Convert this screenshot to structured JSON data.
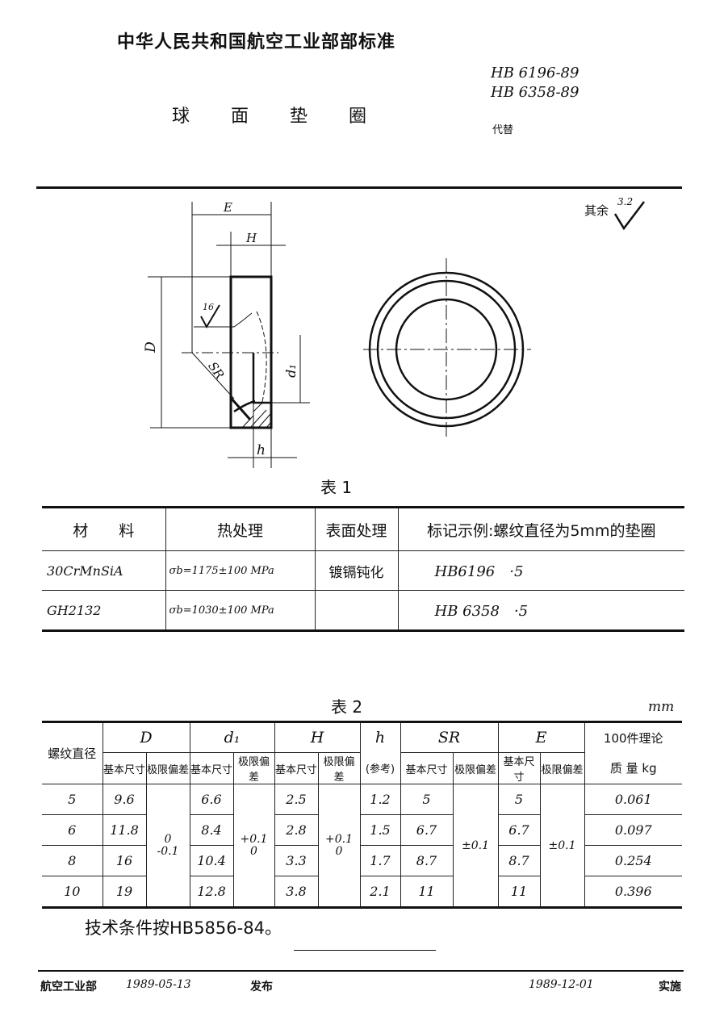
{
  "header": {
    "org_title": "中华人民共和国航空工业部部标准",
    "doc_title": "球 面 垫 圈",
    "standard_numbers": [
      "HB 6196-89",
      "HB 6358-89"
    ],
    "replaces_label": "代替"
  },
  "drawing": {
    "dimension_labels": {
      "E": "E",
      "H": "H",
      "D": "D",
      "d1": "d₁",
      "SR": "SR",
      "h": "h",
      "roughness_local": "16"
    },
    "roughness_other_label": "其余",
    "roughness_other_value": "3.2"
  },
  "table1": {
    "caption": "表 1",
    "headers": [
      "材　　料",
      "热处理",
      "表面处理",
      "标记示例:螺纹直径为5mm的垫圈"
    ],
    "rows": [
      [
        "30CrMnSiA",
        "σb=1175±100 MPa",
        "镀镉钝化",
        "HB6196　·5"
      ],
      [
        "GH2132",
        "σb=1030±100 MPa",
        "",
        "HB 6358　·5"
      ]
    ]
  },
  "table2": {
    "caption": "表 2",
    "unit": "mm",
    "headers": {
      "thread_dia": "螺纹直径",
      "D": "D",
      "d1": "d₁",
      "H": "H",
      "h": "h",
      "h_ref": "(参考)",
      "SR": "SR",
      "E": "E",
      "mass_line1": "100件理论",
      "mass_line2": "质 量 kg",
      "basic": "基本尺寸",
      "tolerance": "极限偏差"
    },
    "tolerances": {
      "D": [
        "0",
        "-0.1"
      ],
      "d1": [
        "+0.1",
        "0"
      ],
      "H": [
        "+0.1",
        "0"
      ],
      "SR": "±0.1",
      "E": "±0.1"
    },
    "rows": [
      {
        "thread": "5",
        "D": "9.6",
        "d1": "6.6",
        "H": "2.5",
        "h": "1.2",
        "SR": "5",
        "E": "5",
        "mass": "0.061"
      },
      {
        "thread": "6",
        "D": "11.8",
        "d1": "8.4",
        "H": "2.8",
        "h": "1.5",
        "SR": "6.7",
        "E": "6.7",
        "mass": "0.097"
      },
      {
        "thread": "8",
        "D": "16",
        "d1": "10.4",
        "H": "3.3",
        "h": "1.7",
        "SR": "8.7",
        "E": "8.7",
        "mass": "0.254"
      },
      {
        "thread": "10",
        "D": "19",
        "d1": "12.8",
        "H": "3.8",
        "h": "2.1",
        "SR": "11",
        "E": "11",
        "mass": "0.396"
      }
    ]
  },
  "note": "技术条件按HB5856-84。",
  "footer": {
    "issuer": "航空工业部",
    "issue_date": "1989-05-13",
    "issue_label": "发布",
    "effective_date": "1989-12-01",
    "effective_label": "实施"
  }
}
